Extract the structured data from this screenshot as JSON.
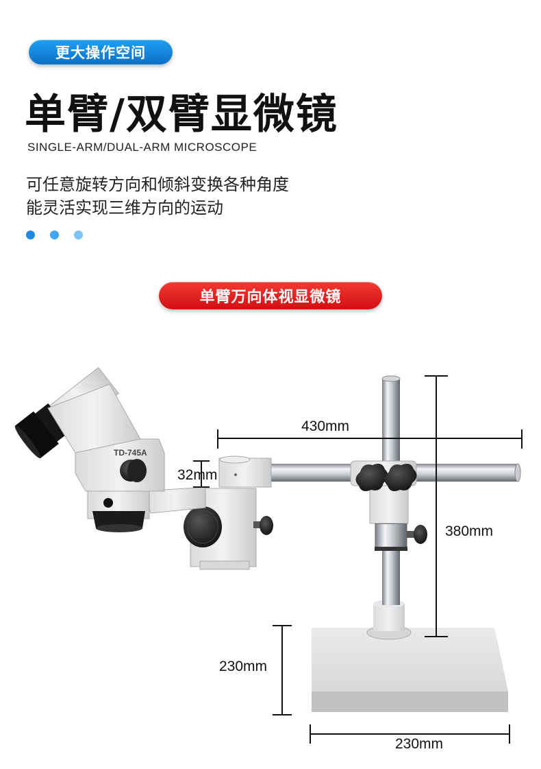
{
  "header": {
    "pill_label": "更大操作空间",
    "title": "单臂/双臂显微镜",
    "subtitle_en": "SINGLE-ARM/DUAL-ARM MICROSCOPE",
    "description_lines": [
      "可任意旋转方向和倾斜变换各种角度",
      "能灵活实现三维方向的运动"
    ]
  },
  "dots": [
    "#1e88e5",
    "#42a5f5",
    "#7cc4f5"
  ],
  "section_pill_label": "单臂万向体视显微镜",
  "microscope": {
    "model_label": "TD-745A"
  },
  "dimensions": {
    "arm_length": "430mm",
    "arm_diameter": "32mm",
    "pillar_height": "380mm",
    "base_depth": "230mm",
    "base_width": "230mm"
  },
  "colors": {
    "pill_blue": "#1488dc",
    "pill_red": "#e3191b"
  }
}
